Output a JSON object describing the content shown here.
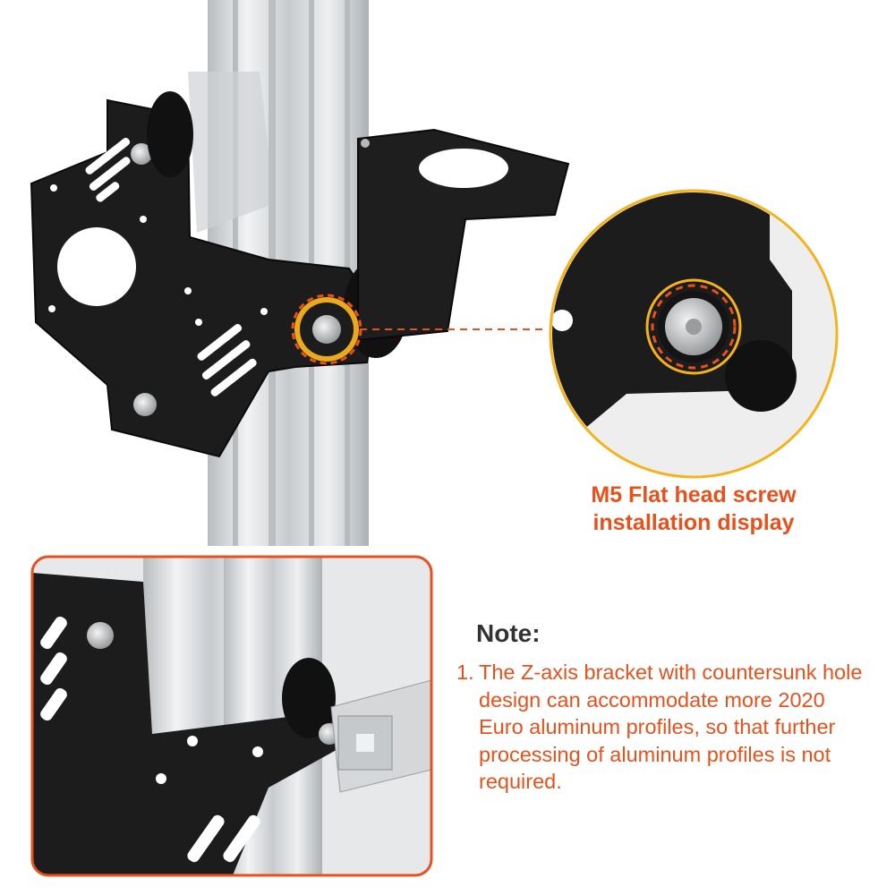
{
  "callout": {
    "line1": "M5 Flat head screw",
    "line2": "installation display"
  },
  "note": {
    "title": "Note:",
    "items": [
      {
        "number": "1.",
        "lines": [
          "The Z-axis bracket with countersunk hole",
          "design can accommodate more 2020",
          "Euro aluminum profiles, so that further",
          "processing of aluminum profiles is not",
          "required."
        ]
      }
    ]
  },
  "colors": {
    "accent_orange": "#e8501c",
    "highlight_yellow": "#f5b21c",
    "plate_black": "#1c1c1c",
    "aluminum": "#d8dadc",
    "note_text": "#333333"
  },
  "icons": [
    "z-axis-bracket-plate",
    "aluminum-profile",
    "v-wheel",
    "m5-screw-highlight"
  ]
}
